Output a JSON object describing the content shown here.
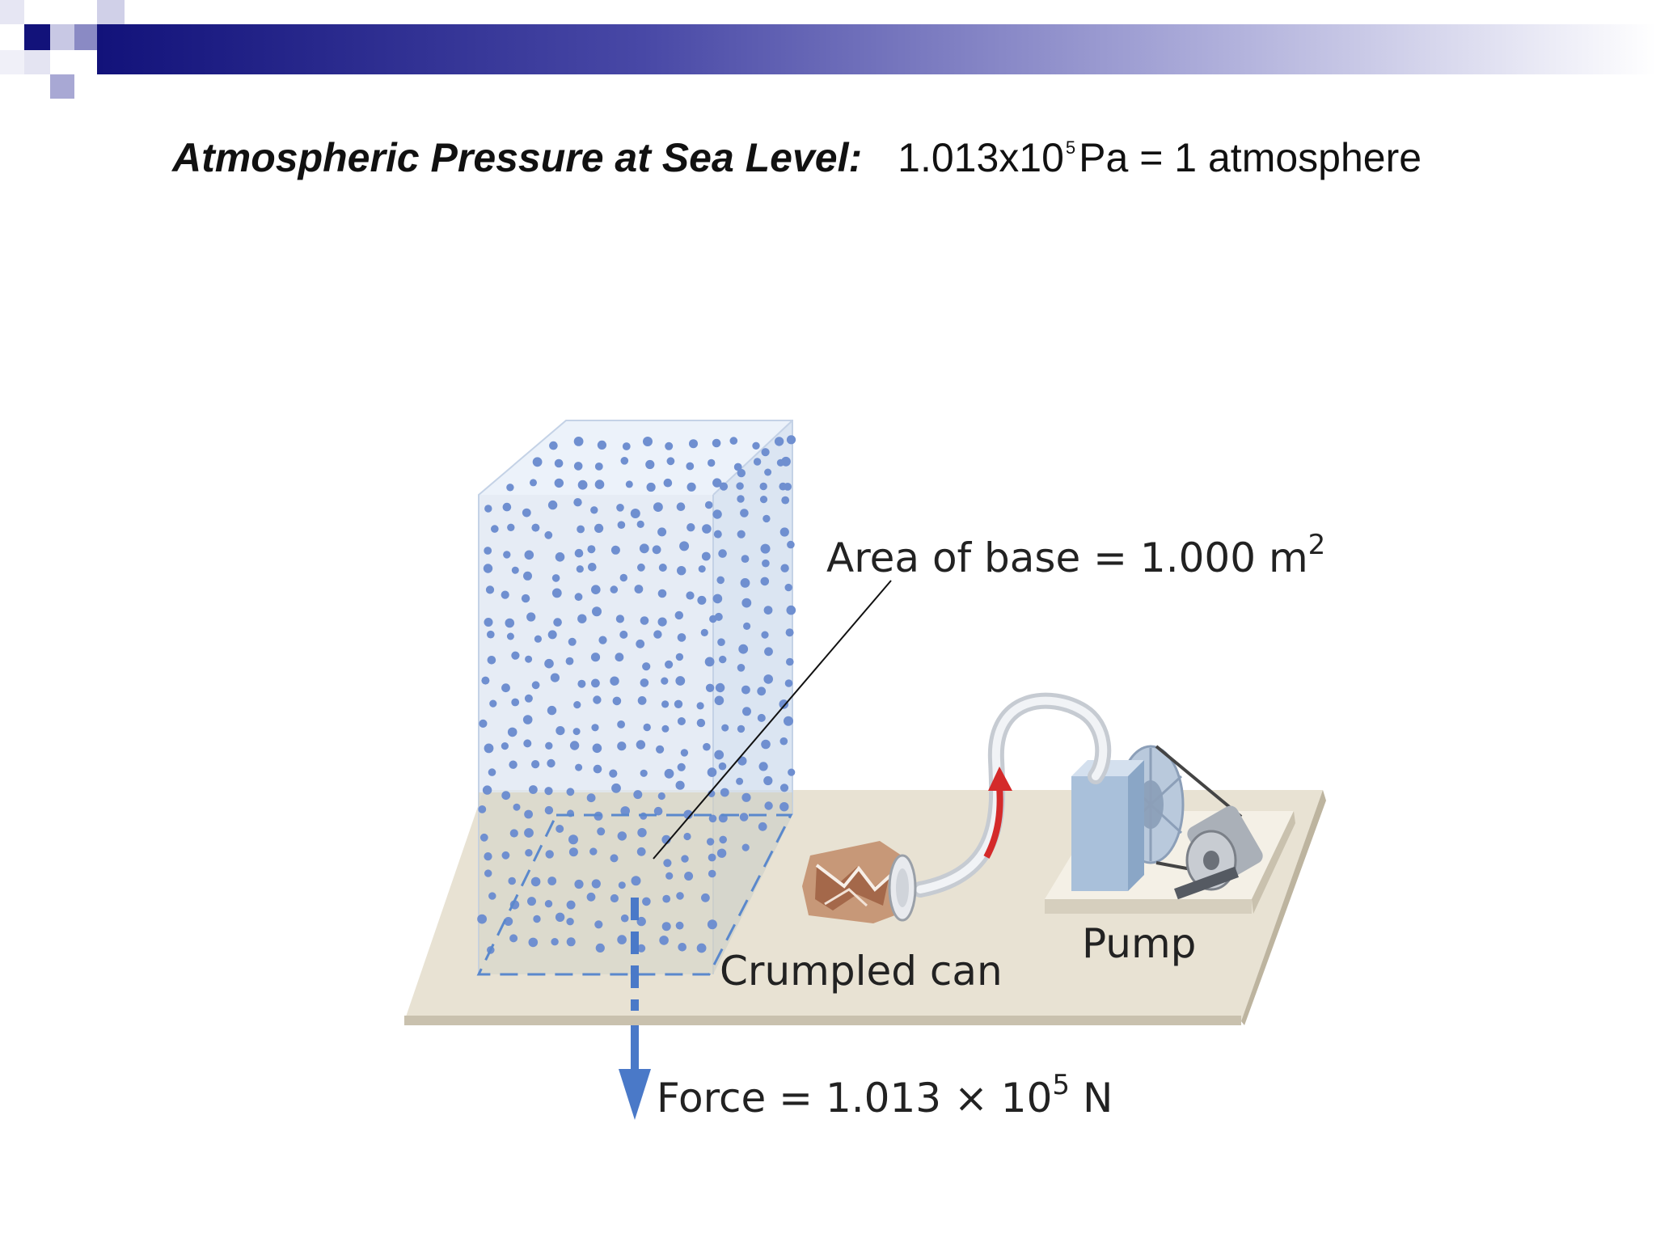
{
  "slide": {
    "title_label": "Atmospheric Pressure at Sea Level:",
    "title_value_mantissa": "1.013x10",
    "title_value_exponent": "5",
    "title_value_rest": "Pa = 1 atmosphere"
  },
  "figure": {
    "area_label_main": "Area of base = 1.000 m",
    "area_label_exp": "2",
    "can_label": "Crumpled can",
    "pump_label": "Pump",
    "force_label_main": "Force = 1.013 × 10",
    "force_label_exp": "5",
    "force_label_unit": "N"
  },
  "colors": {
    "bar_dark": "#12127a",
    "bar_light": "#ffffff",
    "air_dot": "#6f8fd0",
    "column_face": "#dde6f2",
    "table_top": "#e8e2d3",
    "force_arrow": "#4a79c8",
    "hose_arrow": "#d42a2a"
  }
}
